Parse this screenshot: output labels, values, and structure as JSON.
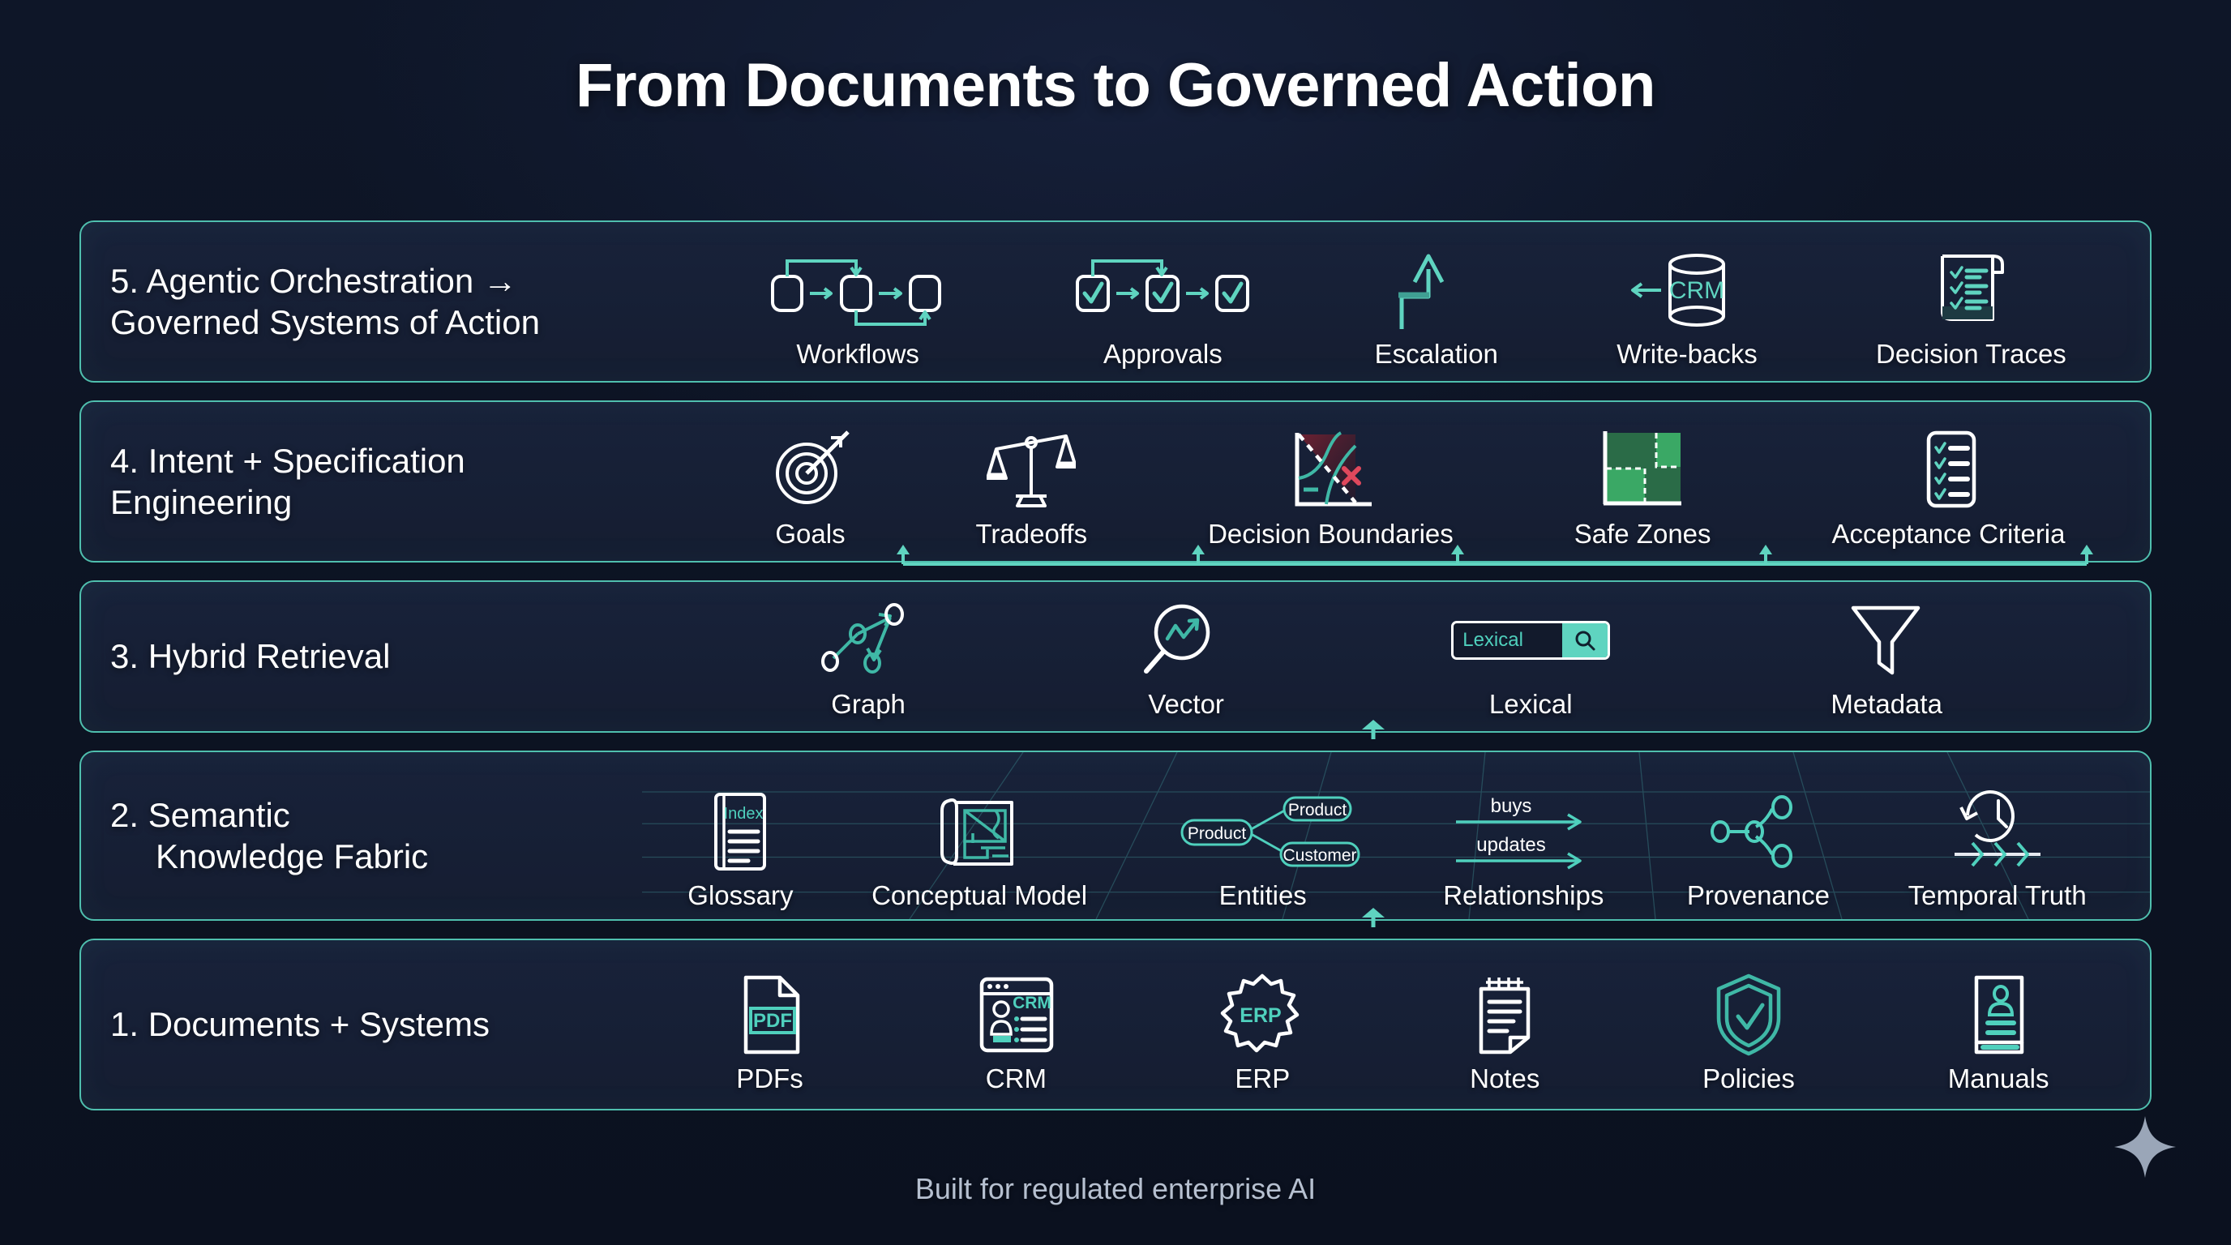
{
  "title": "From Documents to Governed Action",
  "footer": "Built for regulated enterprise AI",
  "colors": {
    "background": "#0d1424",
    "panel": "#18223a",
    "border_teal": "#4fbfae",
    "accent_teal": "#5fd4c0",
    "accent_cyan": "#4fd0bd",
    "text_white": "#ffffff",
    "footer_text": "#b6c0d0",
    "safe_zone_green": "#2f9e63",
    "danger_red": "#e0485c"
  },
  "layers": [
    {
      "id": "layer-5",
      "number": "5.",
      "label": "5. Agentic Orchestration →\nGoverned Systems of Action",
      "label_line1": "5. Agentic Orchestration →",
      "label_line2": "Governed Systems of Action",
      "items": [
        {
          "caption": "Workflows",
          "icon": "workflow-nodes-icon"
        },
        {
          "caption": "Approvals",
          "icon": "approval-checkboxes-icon"
        },
        {
          "caption": "Escalation",
          "icon": "escalation-arrow-icon"
        },
        {
          "caption": "Write-backs",
          "icon": "database-writeback-icon",
          "badge": "CRM"
        },
        {
          "caption": "Decision Traces",
          "icon": "scroll-checklist-icon"
        }
      ]
    },
    {
      "id": "layer-4",
      "number": "4.",
      "label_line1": "4. Intent + Specification",
      "label_line2": "Engineering",
      "items": [
        {
          "caption": "Goals",
          "icon": "target-dart-icon"
        },
        {
          "caption": "Tradeoffs",
          "icon": "balance-scale-icon"
        },
        {
          "caption": "Decision Boundaries",
          "icon": "boundary-chart-icon"
        },
        {
          "caption": "Safe Zones",
          "icon": "safe-zone-grid-icon"
        },
        {
          "caption": "Acceptance Criteria",
          "icon": "checklist-clipboard-icon"
        }
      ]
    },
    {
      "id": "layer-3",
      "number": "3.",
      "label_line1": "3. Hybrid Retrieval",
      "label_line2": "",
      "items": [
        {
          "caption": "Graph",
          "icon": "graph-nodes-icon"
        },
        {
          "caption": "Vector",
          "icon": "vector-magnifier-icon"
        },
        {
          "caption": "Lexical",
          "icon": "search-box-icon",
          "field_value": "Lexical"
        },
        {
          "caption": "Metadata",
          "icon": "funnel-filter-icon"
        }
      ]
    },
    {
      "id": "layer-2",
      "number": "2.",
      "label_line1": "2. Semantic",
      "label_line2": "Knowledge Fabric",
      "items": [
        {
          "caption": "Glossary",
          "icon": "book-index-icon",
          "badge": "Index"
        },
        {
          "caption": "Conceptual Model",
          "icon": "blueprint-icon"
        },
        {
          "caption": "Entities",
          "icon": "entity-nodes-icon",
          "nodes": [
            "Product",
            "Product",
            "Customer"
          ]
        },
        {
          "caption": "Relationships",
          "icon": "relationship-arrows-icon",
          "edges": [
            "buys",
            "updates"
          ]
        },
        {
          "caption": "Provenance",
          "icon": "provenance-tree-icon"
        },
        {
          "caption": "Temporal Truth",
          "icon": "clock-timeline-icon"
        }
      ]
    },
    {
      "id": "layer-1",
      "number": "1.",
      "label_line1": "1. Documents + Systems",
      "label_line2": "",
      "items": [
        {
          "caption": "PDFs",
          "icon": "pdf-file-icon",
          "badge": "PDF"
        },
        {
          "caption": "CRM",
          "icon": "crm-window-icon",
          "badge": "CRM"
        },
        {
          "caption": "ERP",
          "icon": "erp-gear-icon",
          "badge": "ERP"
        },
        {
          "caption": "Notes",
          "icon": "notepad-icon"
        },
        {
          "caption": "Policies",
          "icon": "shield-check-icon"
        },
        {
          "caption": "Manuals",
          "icon": "manual-book-icon"
        }
      ]
    }
  ],
  "connectors": {
    "layer1_to_layer2": {
      "type": "single-arrow-up",
      "count": 1
    },
    "layer2_to_layer3": {
      "type": "single-arrow-up",
      "count": 1
    },
    "layer3_to_layer4": {
      "type": "bus-arrows-up",
      "count": 5
    },
    "layer4_to_layer5": {
      "type": "none",
      "count": 0
    }
  }
}
